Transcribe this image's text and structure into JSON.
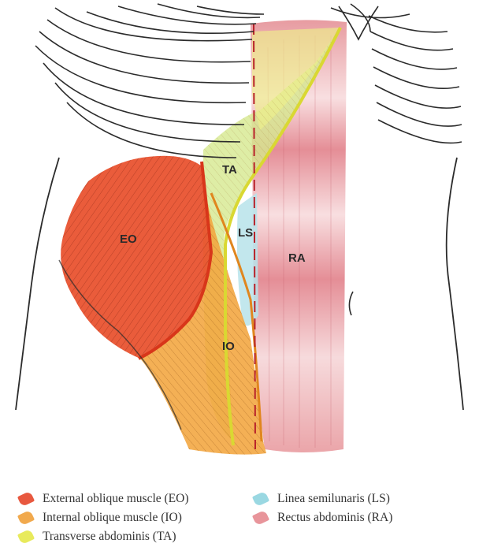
{
  "diagram": {
    "regions": [
      {
        "id": "eo",
        "label": "EO",
        "color": "#e84e2a"
      },
      {
        "id": "io",
        "label": "IO",
        "color": "#f2a03a"
      },
      {
        "id": "ta",
        "label": "TA",
        "color": "#cde69a"
      },
      {
        "id": "ls",
        "label": "LS",
        "color": "#a9dde6"
      },
      {
        "id": "ra",
        "label": "RA",
        "color": "#e0888e"
      }
    ],
    "accent_colors": {
      "ta_line": "#d9d832",
      "eo_edge": "#d8361a",
      "io_edge": "#e0861e",
      "dashed_line": "#b8222a",
      "outline": "#2b2b2b"
    }
  },
  "legend": {
    "items": [
      {
        "label": "External oblique muscle (EO)",
        "color": "#e5462a"
      },
      {
        "label": "Internal oblique muscle (IO)",
        "color": "#f0a03a"
      },
      {
        "label": "Transverse abdominis (TA)",
        "color": "#e6e84a"
      },
      {
        "label": "Linea semilunaris (LS)",
        "color": "#8fd4df"
      },
      {
        "label": "Rectus abdominis (RA)",
        "color": "#e58a90"
      }
    ]
  }
}
